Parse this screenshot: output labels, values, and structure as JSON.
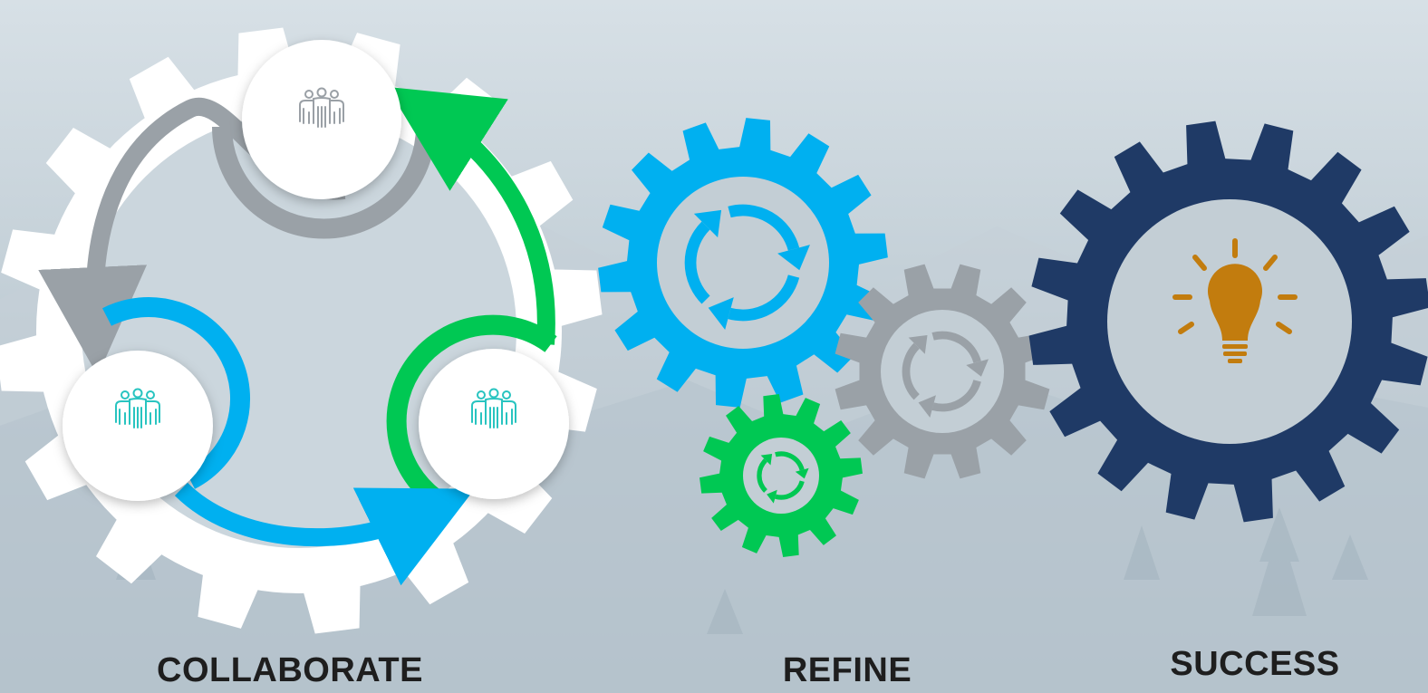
{
  "labels": {
    "collaborate": "COLLABORATE",
    "refine": "REFINE",
    "success": "SUCCESS"
  },
  "colors": {
    "background_top": "#d4dde3",
    "background_bottom": "#a9b9c3",
    "white_gear": "#ffffff",
    "blue": "#00b0f0",
    "green": "#00c853",
    "gray": "#9aa1a7",
    "navy": "#1f3a66",
    "bulb": "#c27c0e",
    "people_gray": "#9aa0a6",
    "people_teal": "#28c4c0"
  },
  "icons": {
    "team": "people-group-icon",
    "cycle": "refresh-cycle-icon",
    "idea": "lightbulb-icon"
  }
}
